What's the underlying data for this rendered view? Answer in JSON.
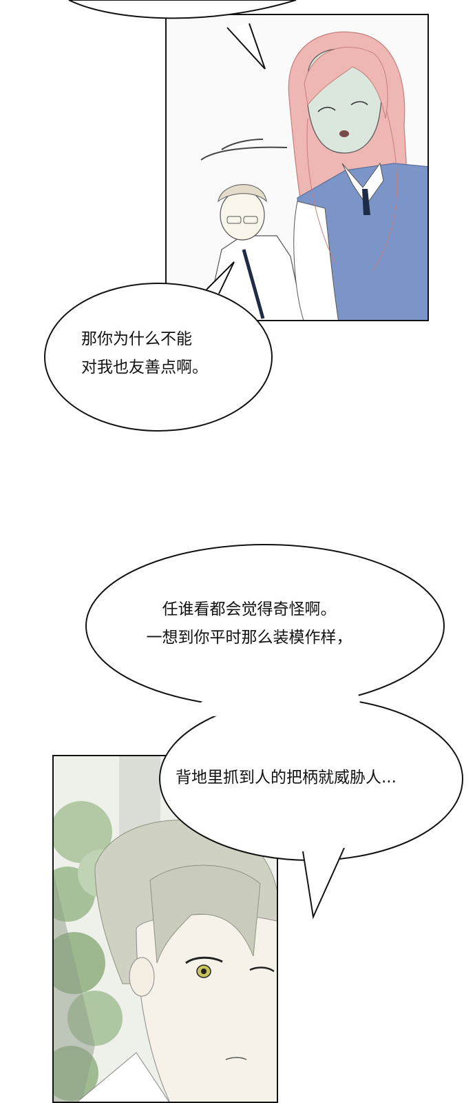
{
  "bubbles": {
    "first": {
      "line1": "那你为什么不能",
      "line2": "对我也友善点啊。"
    },
    "second": {
      "line1": "任谁看都会觉得奇怪啊。",
      "line2": "一想到你平时那么装模作样，"
    },
    "third": {
      "line1": "背地里抓到人的把柄就威胁人..."
    }
  }
}
